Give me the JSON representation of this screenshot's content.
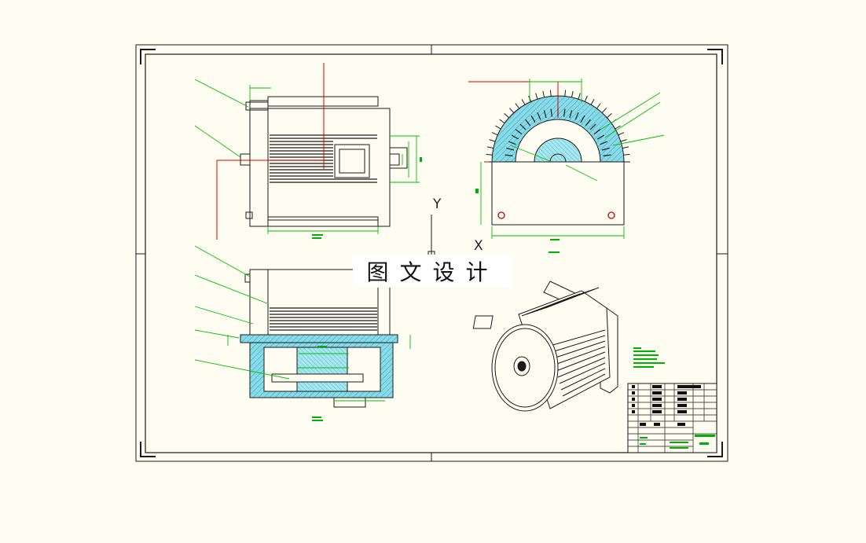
{
  "watermark": {
    "text": "图文设计"
  },
  "ucs": {
    "y_label": "Y",
    "x_label": "X"
  },
  "colors": {
    "background": "#fffdf2",
    "line": "#1a1a1a",
    "dimension": "#00b000",
    "leader": "#00d000",
    "centerline": "#e00000",
    "section_fill": "#7fd6e6"
  },
  "views": [
    "front-view",
    "side-section-view",
    "bottom-section-view",
    "isometric-view",
    "title-block"
  ]
}
